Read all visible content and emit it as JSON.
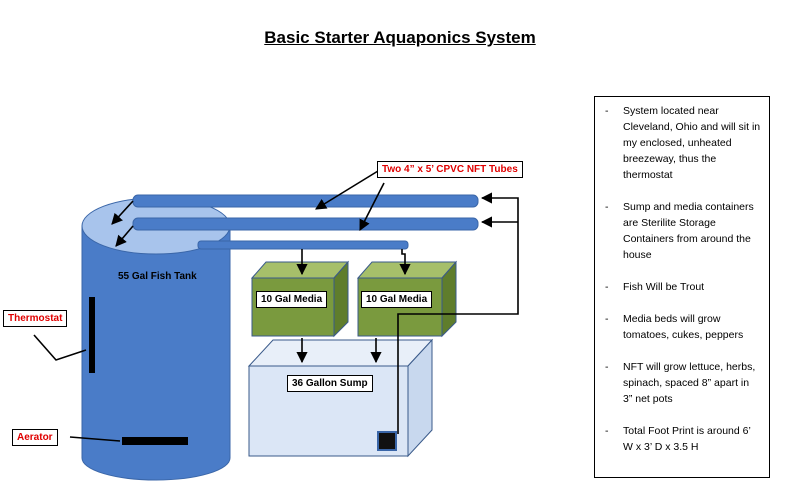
{
  "title": "Basic Starter Aquaponics System",
  "labels": {
    "nft_tubes": "Two 4” x 5’  CPVC  NFT Tubes",
    "fish_tank": "55 Gal Fish Tank",
    "media_left": "10 Gal Media",
    "media_right": "10 Gal Media",
    "sump": "36 Gallon Sump",
    "thermostat": "Thermostat",
    "aerator": "Aerator"
  },
  "notes": [
    "System located near Cleveland,  Ohio and will sit in my enclosed, unheated breezeway, thus the thermostat",
    "Sump and media containers are Sterilite Storage Containers from around the house",
    "Fish Will be Trout",
    "Media beds will grow tomatoes, cukes, peppers",
    "NFT will grow lettuce, herbs, spinach, spaced 8” apart in 3” net pots",
    "Total Foot Print is around 6’ W x  3’ D x  3.5 H"
  ],
  "colors": {
    "tank_body": "#4a7cc8",
    "tank_top": "#a8c4ec",
    "tube": "#4a7cc8",
    "media_box": "#7a9a3e",
    "media_top": "#a6bf6a",
    "sump": "#dbe6f6",
    "label_text": "#e00000"
  }
}
